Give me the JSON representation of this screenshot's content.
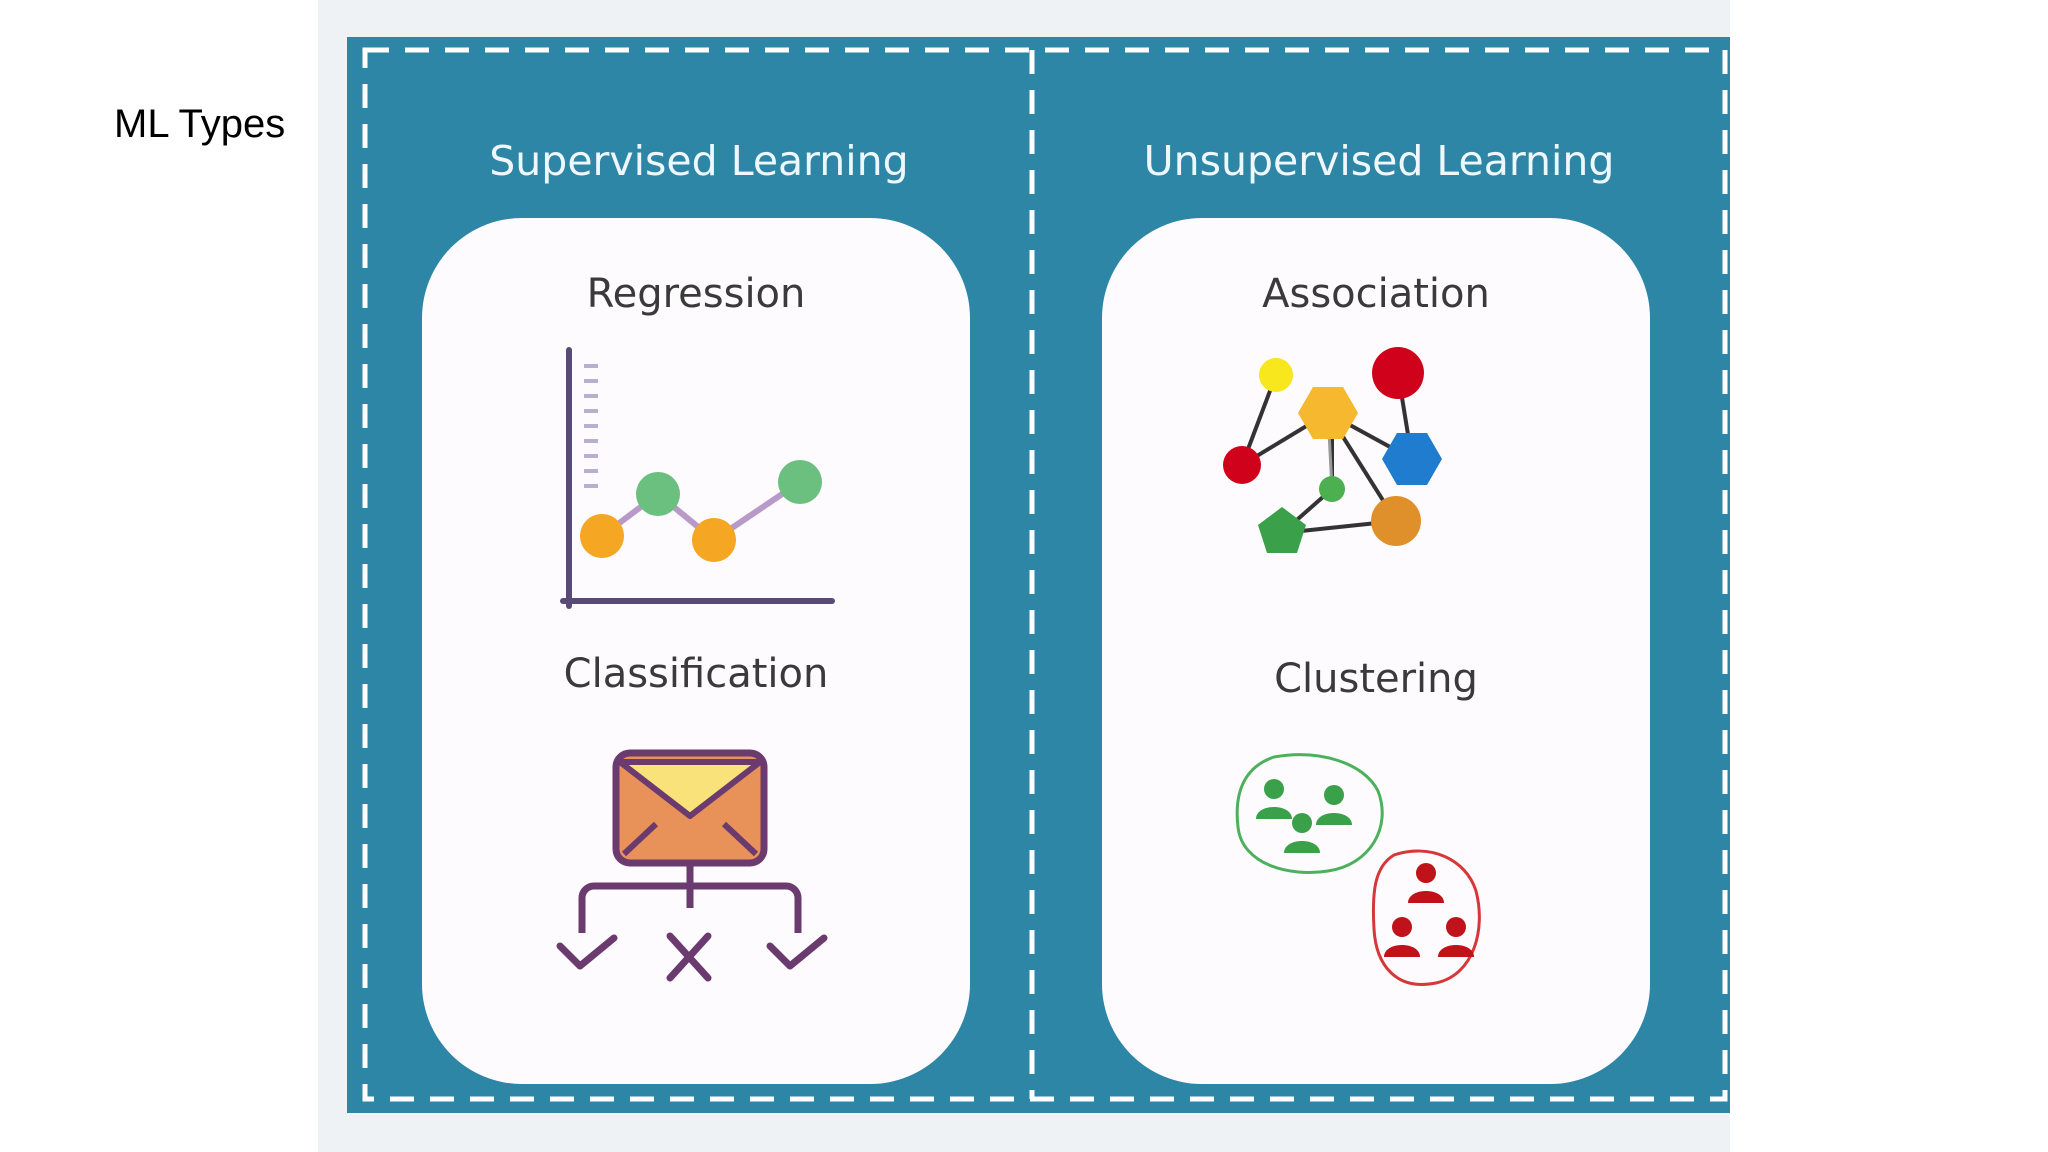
{
  "page": {
    "title": "ML Types"
  },
  "supervised": {
    "title": "Supervised Learning",
    "regression": "Regression",
    "classification": "Classification"
  },
  "unsupervised": {
    "title": "Unsupervised Learning",
    "association": "Association",
    "clustering": "Clustering"
  },
  "colors": {
    "panel": "#2e86a6",
    "card": "#fdfbfd",
    "orange": "#f5a623",
    "green": "#6cc07f",
    "red": "#d0021b",
    "yellow": "#f8e71c",
    "blue": "#1f7ccf",
    "purple": "#6b3a6e"
  },
  "icons": [
    "regression-chart-icon",
    "email-classification-icon",
    "association-network-icon",
    "clustering-groups-icon"
  ]
}
